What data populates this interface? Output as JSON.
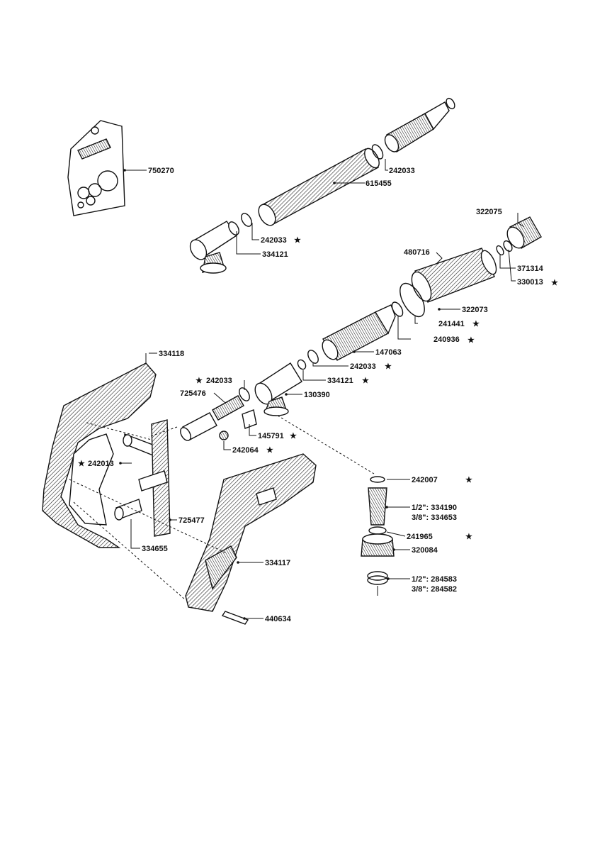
{
  "labels": {
    "p750270": "750270",
    "p242033_a": "242033",
    "p615455": "615455",
    "p242033_b": "242033",
    "p334121_a": "334121",
    "p322075": "322075",
    "p480716": "480716",
    "p371314": "371314",
    "p330013": "330013",
    "p322073": "322073",
    "p241441": "241441",
    "p240936": "240936",
    "p147063": "147063",
    "p242033_c": "242033",
    "p334121_b": "334121",
    "p334118": "334118",
    "p242033_d": "242033",
    "p725476": "725476",
    "p130390": "130390",
    "p145791": "145791",
    "p242064": "242064",
    "p242013": "242013",
    "p242007": "242007",
    "p334190": "1/2\": 334190",
    "p334653": "3/8\": 334653",
    "p725477": "725477",
    "p241965": "241965",
    "p334655": "334655",
    "p320084": "320084",
    "p334117": "334117",
    "p284583": "1/2\": 284583",
    "p284582": "3/8\": 284582",
    "p440634": "440634"
  }
}
